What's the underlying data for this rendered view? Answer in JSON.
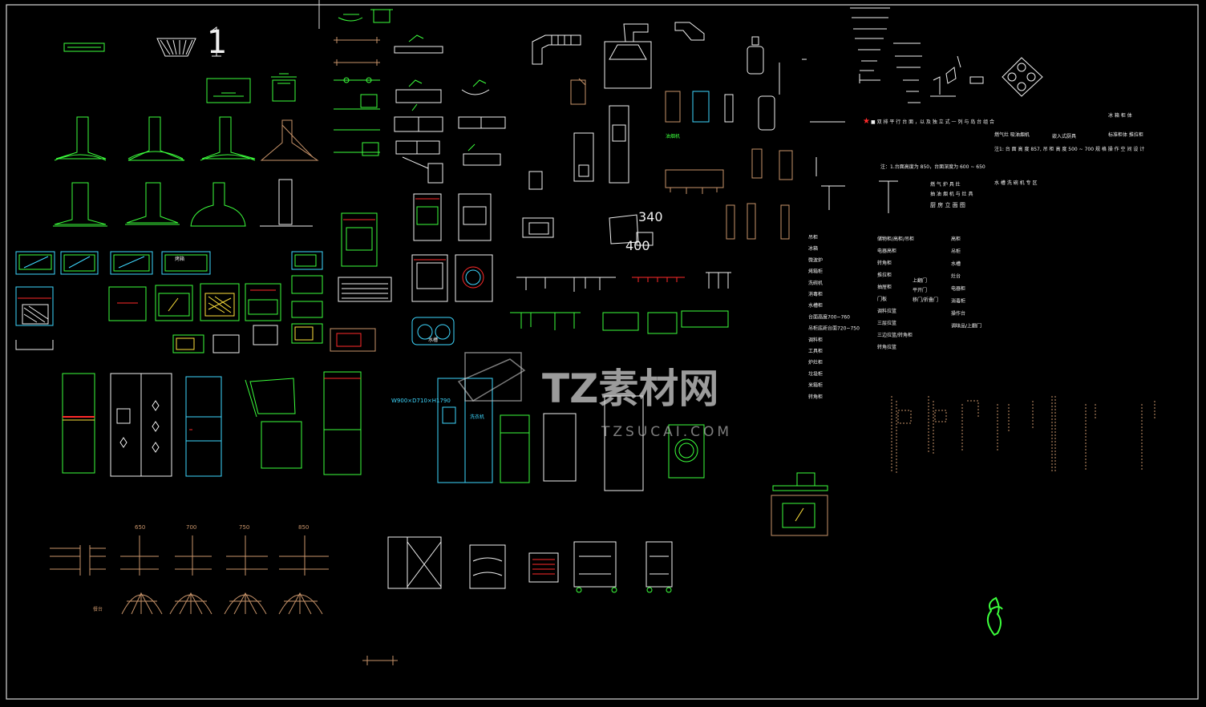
{
  "colors": {
    "background": "#000000",
    "frame": "#d8d8d8",
    "green": "#3cff3c",
    "white": "#f0f0f0",
    "cyan": "#3ed8ff",
    "tan": "#c8946a",
    "red": "#ff2a2a",
    "yellow": "#ffe23c",
    "watermark": "#cfcfcf"
  },
  "watermark": {
    "title": "TZ素材网",
    "subtitle": "TZSUCAI.COM"
  },
  "dimensions": {
    "d340": "340",
    "d400": "400"
  },
  "top_marker": "1",
  "fridge_label": "W900×D710×H1790",
  "cabinet_widths": [
    "650",
    "700",
    "750",
    "850"
  ],
  "upper_right_labels": {
    "a": "■ 双 排 平 行 台 面 ，以 及 独 立 式 一 列 与 岛 台 组 合",
    "b": "注：1.台面高度为 850，台面深度为 600 ~ 650",
    "c": "燃气灶 吸油烟机",
    "d": "嵌入式厨具",
    "e": "冰 箱 柜 体",
    "f": "标准柜体 推拉柜",
    "g": "注1: 台 面 高 度 857, 吊 柜 高 度 500 ~ 700 规 格 操 作 空 间 设 计",
    "h": "水 槽 洗 碗 机 专 区",
    "i": "厨 房 立 面 图",
    "j": "燃 气 炉 具 灶",
    "k": "抽 油 烟 机 与 灶 具"
  },
  "left_column_labels": [
    "吊柜",
    "冰箱",
    "微波炉",
    "烤箱柜",
    "洗碗机",
    "消毒柜",
    "水槽柜",
    "台面高度700~760",
    "吊柜底距台面720~750",
    "调料柜",
    "工具柜",
    "炉灶柜",
    "垃圾柜",
    "米箱柜",
    "转角柜"
  ],
  "middle_column_labels": [
    "储物柜/高柜/吊柜",
    "电器高柜",
    "转角柜",
    "推拉柜",
    "抽屉柜",
    "门板",
    "调料拉篮",
    "三层拉篮",
    "三边拉篮/转角柜",
    "转角拉篮"
  ],
  "side_labels": [
    "上翻门",
    "平开门",
    "移门/折叠门"
  ],
  "right_column_labels": [
    "高柜",
    "吊柜",
    "水槽",
    "灶台",
    "电器柜",
    "消毒柜",
    "操作台",
    "调味品/上翻门"
  ],
  "small_labels": {
    "oven": "烤箱",
    "hood": "油烟机",
    "sink": "水槽",
    "washer": "洗衣机",
    "table": "餐台"
  }
}
